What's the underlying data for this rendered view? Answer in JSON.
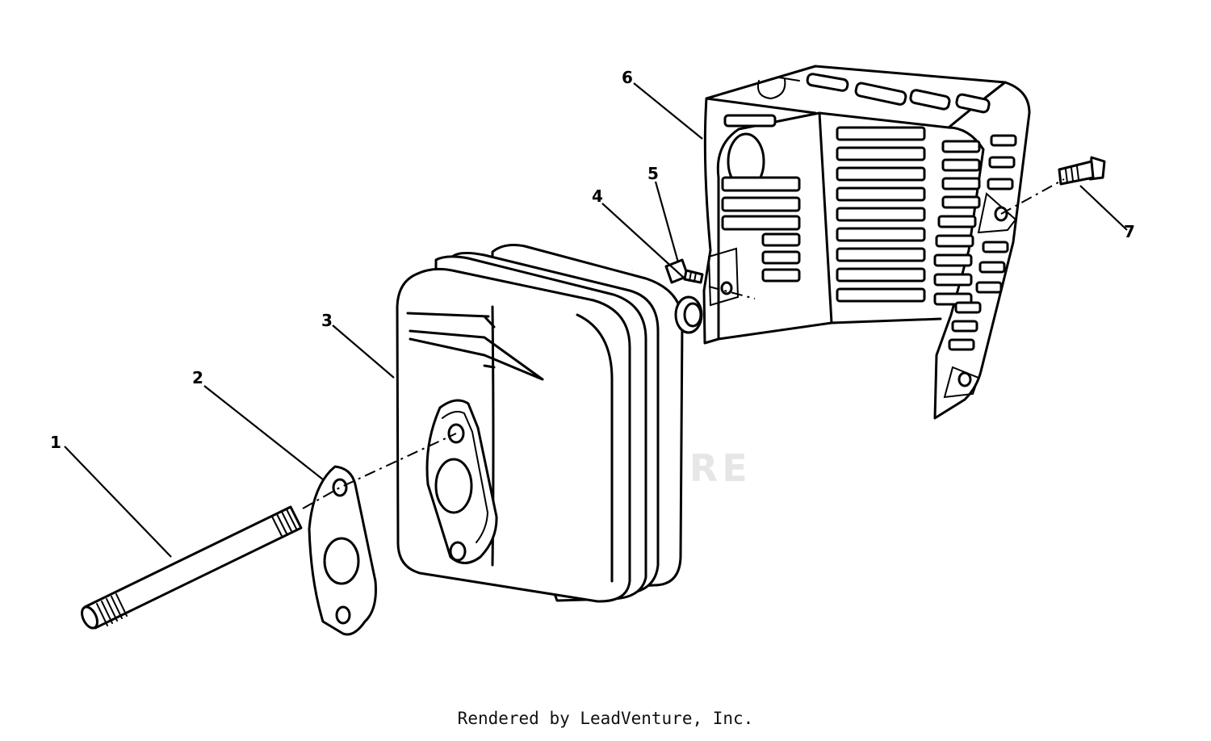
{
  "diagram": {
    "callouts": [
      "1",
      "2",
      "3",
      "4",
      "5",
      "6",
      "7"
    ],
    "watermark": "LEADVENTURE"
  },
  "footer": {
    "text": "Rendered by LeadVenture, Inc."
  }
}
